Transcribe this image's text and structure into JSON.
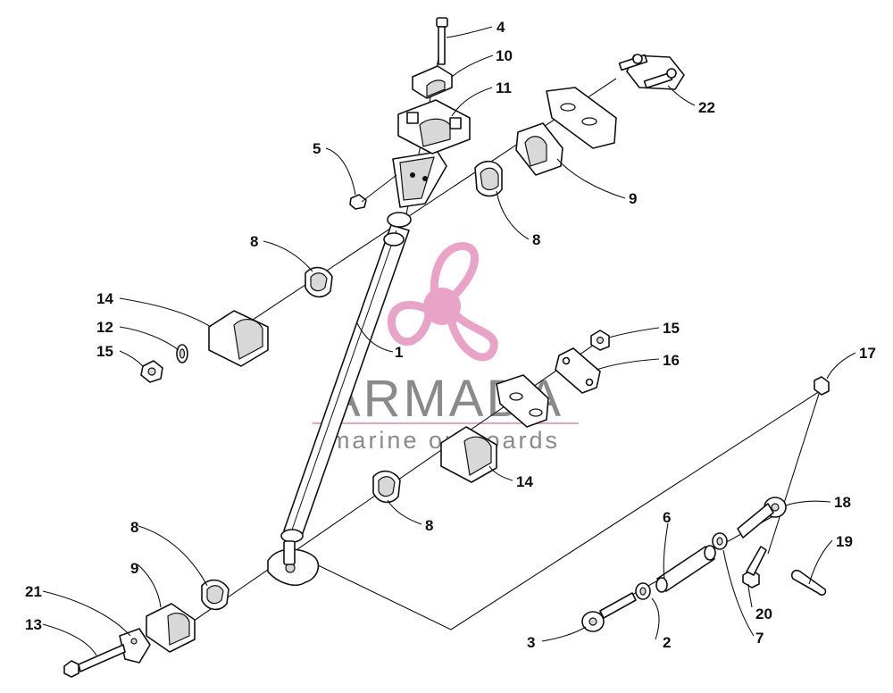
{
  "watermark": {
    "brand": "ARMADA",
    "tagline": "marine outboards",
    "logo_color": "#e8a3c6",
    "text_color": "#8a8a8a"
  },
  "callouts": {
    "p1": "1",
    "p2": "2",
    "p3": "3",
    "p4": "4",
    "p5": "5",
    "p6": "6",
    "p7": "7",
    "p8a": "8",
    "p8b": "8",
    "p8c": "8",
    "p8d": "8",
    "p9a": "9",
    "p9b": "9",
    "p10": "10",
    "p11": "11",
    "p12": "12",
    "p13": "13",
    "p14a": "14",
    "p14b": "14",
    "p15a": "15",
    "p15b": "15",
    "p16": "16",
    "p17": "17",
    "p18": "18",
    "p19": "19",
    "p20": "20",
    "p21": "21",
    "p22": "22"
  }
}
